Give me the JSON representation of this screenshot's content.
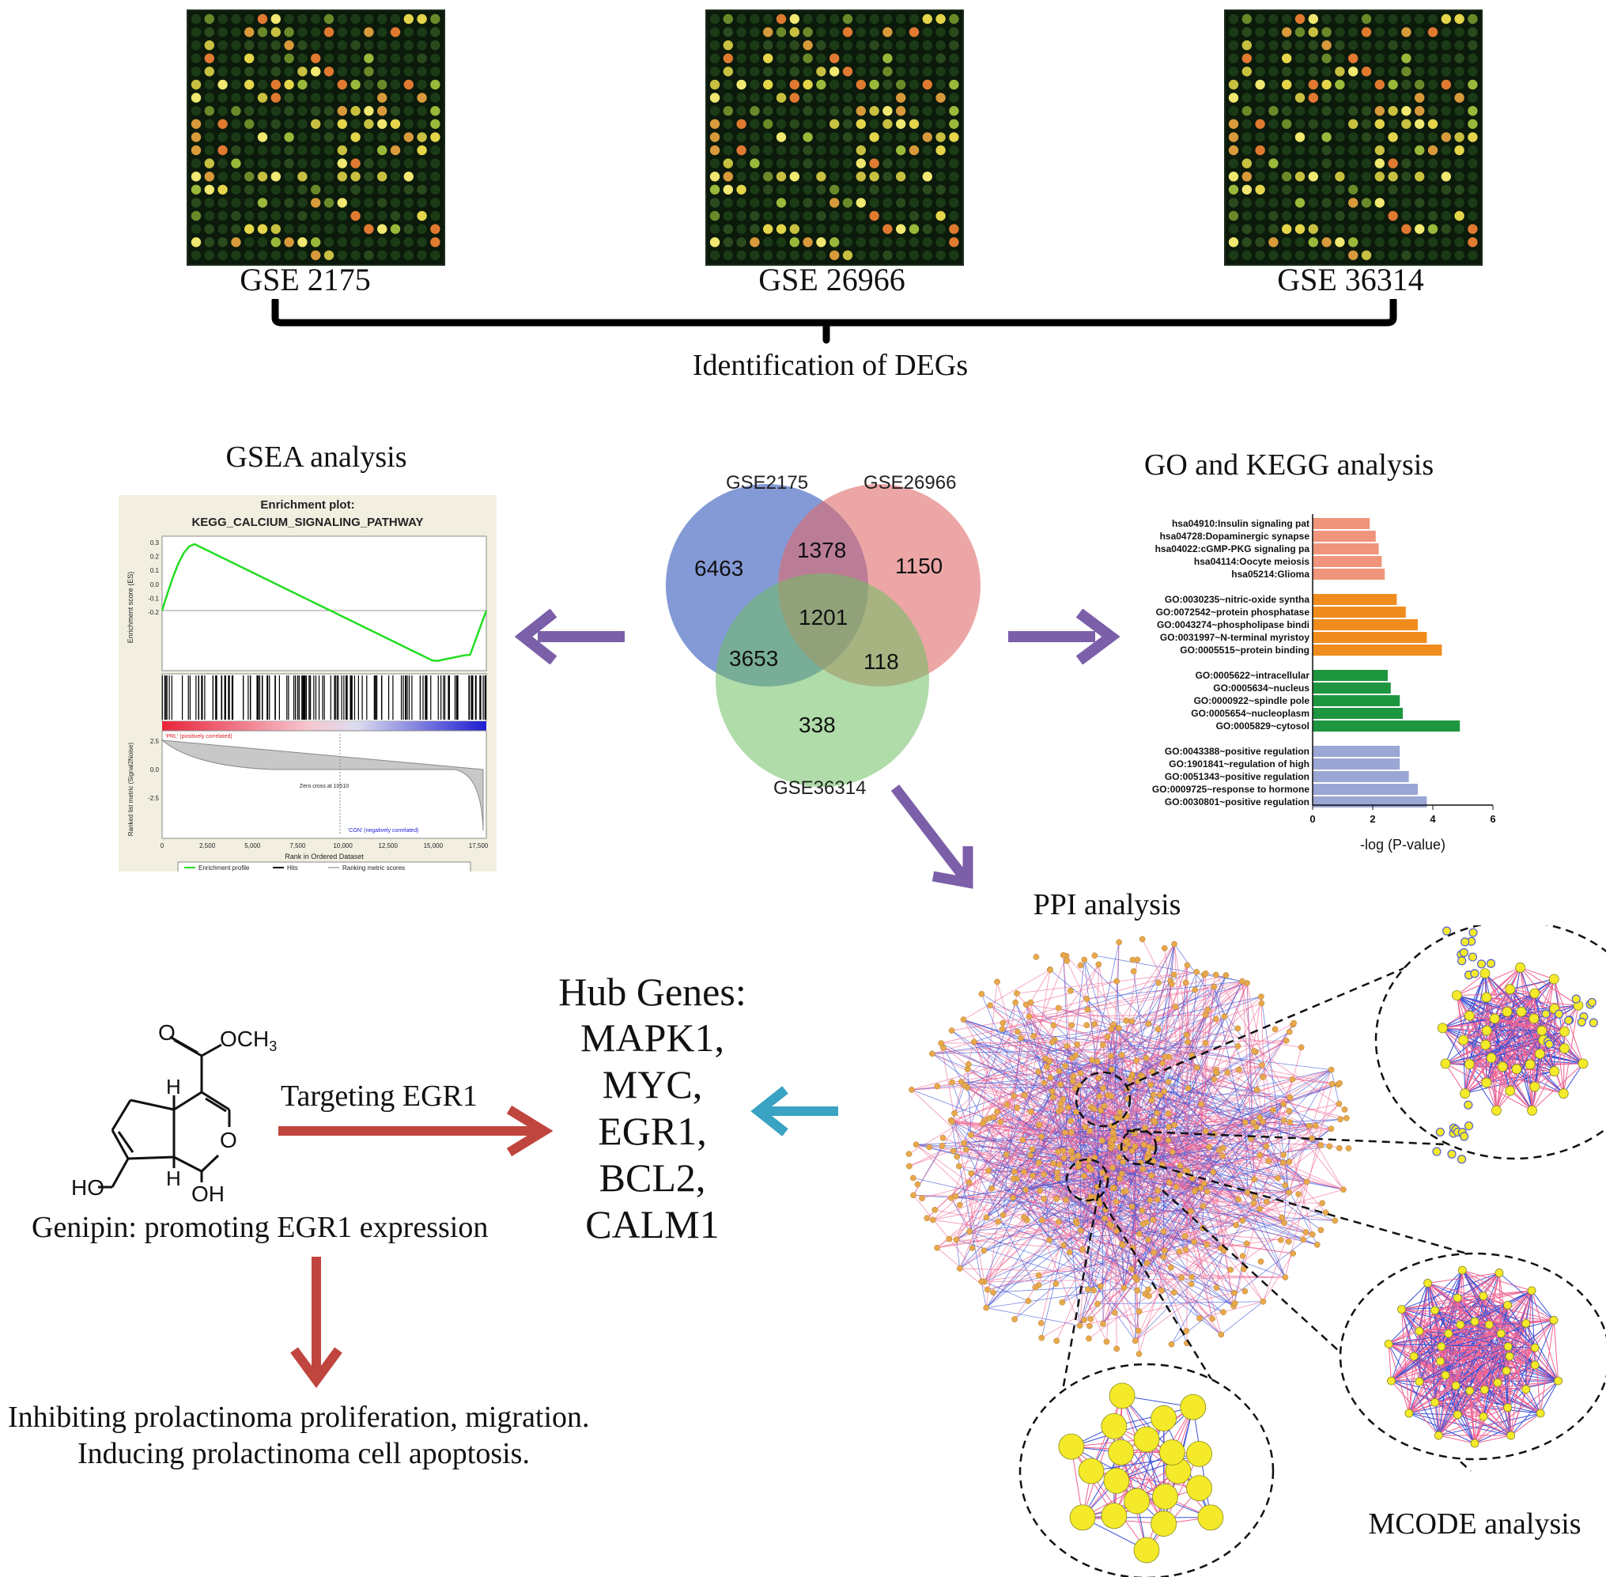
{
  "datasets": [
    "GSE 2175",
    "GSE 26966",
    "GSE 36314"
  ],
  "identification": "Identification of DEGs",
  "gsea": {
    "title": "GSEA analysis",
    "plot_title": "Enrichment plot:",
    "pathway": "KEGG_CALCIUM_SIGNALING_PATHWAY",
    "es_label": "Enrichment score (ES)",
    "es_ticks": [
      "0.3",
      "0.2",
      "0.1",
      "0.0",
      "-0.1",
      "-0.2"
    ],
    "metric_label": "Ranked list metric (Signal2Noise)",
    "metric_ticks": [
      "2.5",
      "0.0",
      "-2.5"
    ],
    "prl_label": "'PRL' (positively correlated)",
    "con_label": "'CON' (negatively correlated)",
    "zero_cross": "Zero cross at 10510",
    "x_ticks": [
      "0",
      "2,500",
      "5,000",
      "7,500",
      "10,000",
      "12,500",
      "15,000",
      "17,500"
    ],
    "x_label": "Rank in Ordered Dataset",
    "legend": [
      "Enrichment profile",
      "Hits",
      "Ranking metric scores"
    ]
  },
  "venn": {
    "labels": [
      "GSE2175",
      "GSE26966",
      "GSE36314"
    ],
    "values": {
      "a_only": "6463",
      "ab": "1378",
      "b_only": "1150",
      "abc": "1201",
      "ac": "3653",
      "bc": "118",
      "c_only": "338"
    },
    "colors": {
      "a": "#5b78c9",
      "b": "#e06b6b",
      "c": "#6fbf63"
    }
  },
  "go_kegg": {
    "title": "GO and KEGG analysis",
    "x_label": "-log (P-value)",
    "x_ticks": [
      "0",
      "2",
      "4",
      "6"
    ],
    "groups": [
      {
        "color": "#f0957c",
        "items": [
          {
            "label": "hsa04910:Insulin signaling pat",
            "value": 1.9
          },
          {
            "label": "hsa04728:Dopaminergic synapse",
            "value": 2.1
          },
          {
            "label": "hsa04022:cGMP-PKG signaling pa",
            "value": 2.2
          },
          {
            "label": "hsa04114:Oocyte meiosis",
            "value": 2.3
          },
          {
            "label": "hsa05214:Glioma",
            "value": 2.4
          }
        ]
      },
      {
        "color": "#f08c1e",
        "items": [
          {
            "label": "GO:0030235~nitric-oxide syntha",
            "value": 2.8
          },
          {
            "label": "GO:0072542~protein phosphatase",
            "value": 3.1
          },
          {
            "label": "GO:0043274~phospholipase bindi",
            "value": 3.5
          },
          {
            "label": "GO:0031997~N-terminal myristoy",
            "value": 3.8
          },
          {
            "label": "GO:0005515~protein binding",
            "value": 4.3
          }
        ]
      },
      {
        "color": "#1e9640",
        "items": [
          {
            "label": "GO:0005622~intracellular",
            "value": 2.5
          },
          {
            "label": "GO:0005634~nucleus",
            "value": 2.6
          },
          {
            "label": "GO:0000922~spindle pole",
            "value": 2.9
          },
          {
            "label": "GO:0005654~nucleoplasm",
            "value": 3.0
          },
          {
            "label": "GO:0005829~cytosol",
            "value": 4.9
          }
        ]
      },
      {
        "color": "#9aa6d3",
        "items": [
          {
            "label": "GO:0043388~positive regulation",
            "value": 2.9
          },
          {
            "label": "GO:1901841~regulation of high",
            "value": 2.9
          },
          {
            "label": "GO:0051343~positive regulation",
            "value": 3.2
          },
          {
            "label": "GO:0009725~response to hormone",
            "value": 3.5
          },
          {
            "label": "GO:0030801~positive regulation",
            "value": 3.8
          }
        ]
      }
    ]
  },
  "ppi": {
    "title": "PPI analysis"
  },
  "mcode": {
    "title": "MCODE analysis"
  },
  "hub": {
    "title": "Hub Genes:",
    "genes": [
      "MAPK1,",
      "MYC,",
      "EGR1,",
      "BCL2,",
      "CALM1"
    ]
  },
  "genipin": {
    "targeting": "Targeting EGR1",
    "caption": "Genipin: promoting EGR1 expression",
    "chem": {
      "o": "O",
      "och3": "OCH",
      "sub3": "3",
      "h_top": "H",
      "h_bot": "H",
      "ho": "HO",
      "oh": "OH",
      "o_ring": "O"
    }
  },
  "outcome": [
    "Inhibiting prolactinoma proliferation, migration.",
    "Inducing prolactinoma cell apoptosis."
  ],
  "colors": {
    "arrow_purple": "#7b5fa8",
    "arrow_red": "#c0453e",
    "arrow_teal": "#3aa3c4",
    "edge_pink": "#f06292",
    "edge_blue": "#3a52d6",
    "node_orange": "#e8a94d",
    "node_yellow": "#f4ea2a"
  }
}
